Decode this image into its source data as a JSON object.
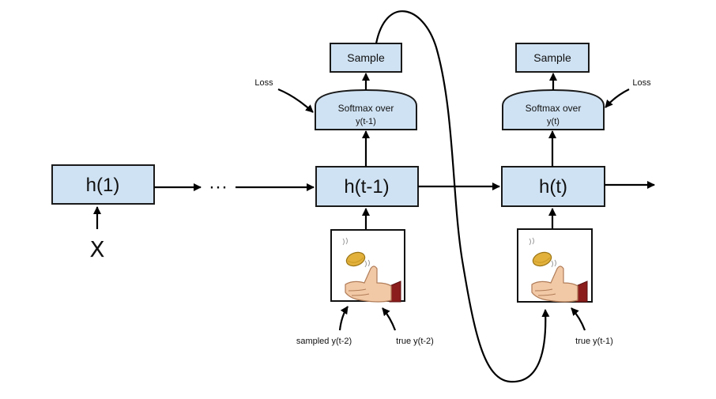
{
  "nodes": {
    "h1": "h(1)",
    "ht1": "h(t-1)",
    "ht": "h(t)",
    "ellipsis": "···",
    "input_x": "X"
  },
  "left_stage": {
    "sample": "Sample",
    "softmax_line1": "Softmax over",
    "softmax_line2": "y(t-1)",
    "loss": "Loss",
    "label_sampled": "sampled y(t-2)",
    "label_true": "true y(t-2)"
  },
  "right_stage": {
    "sample": "Sample",
    "softmax_line1": "Softmax over",
    "softmax_line2": "y(t)",
    "loss": "Loss",
    "label_true": "true y(t-1)"
  },
  "colors": {
    "box_fill": "#cfe2f3",
    "stroke": "#1a1a1a"
  },
  "icons": {
    "coin_flip": "coin-flip-hand-icon"
  }
}
